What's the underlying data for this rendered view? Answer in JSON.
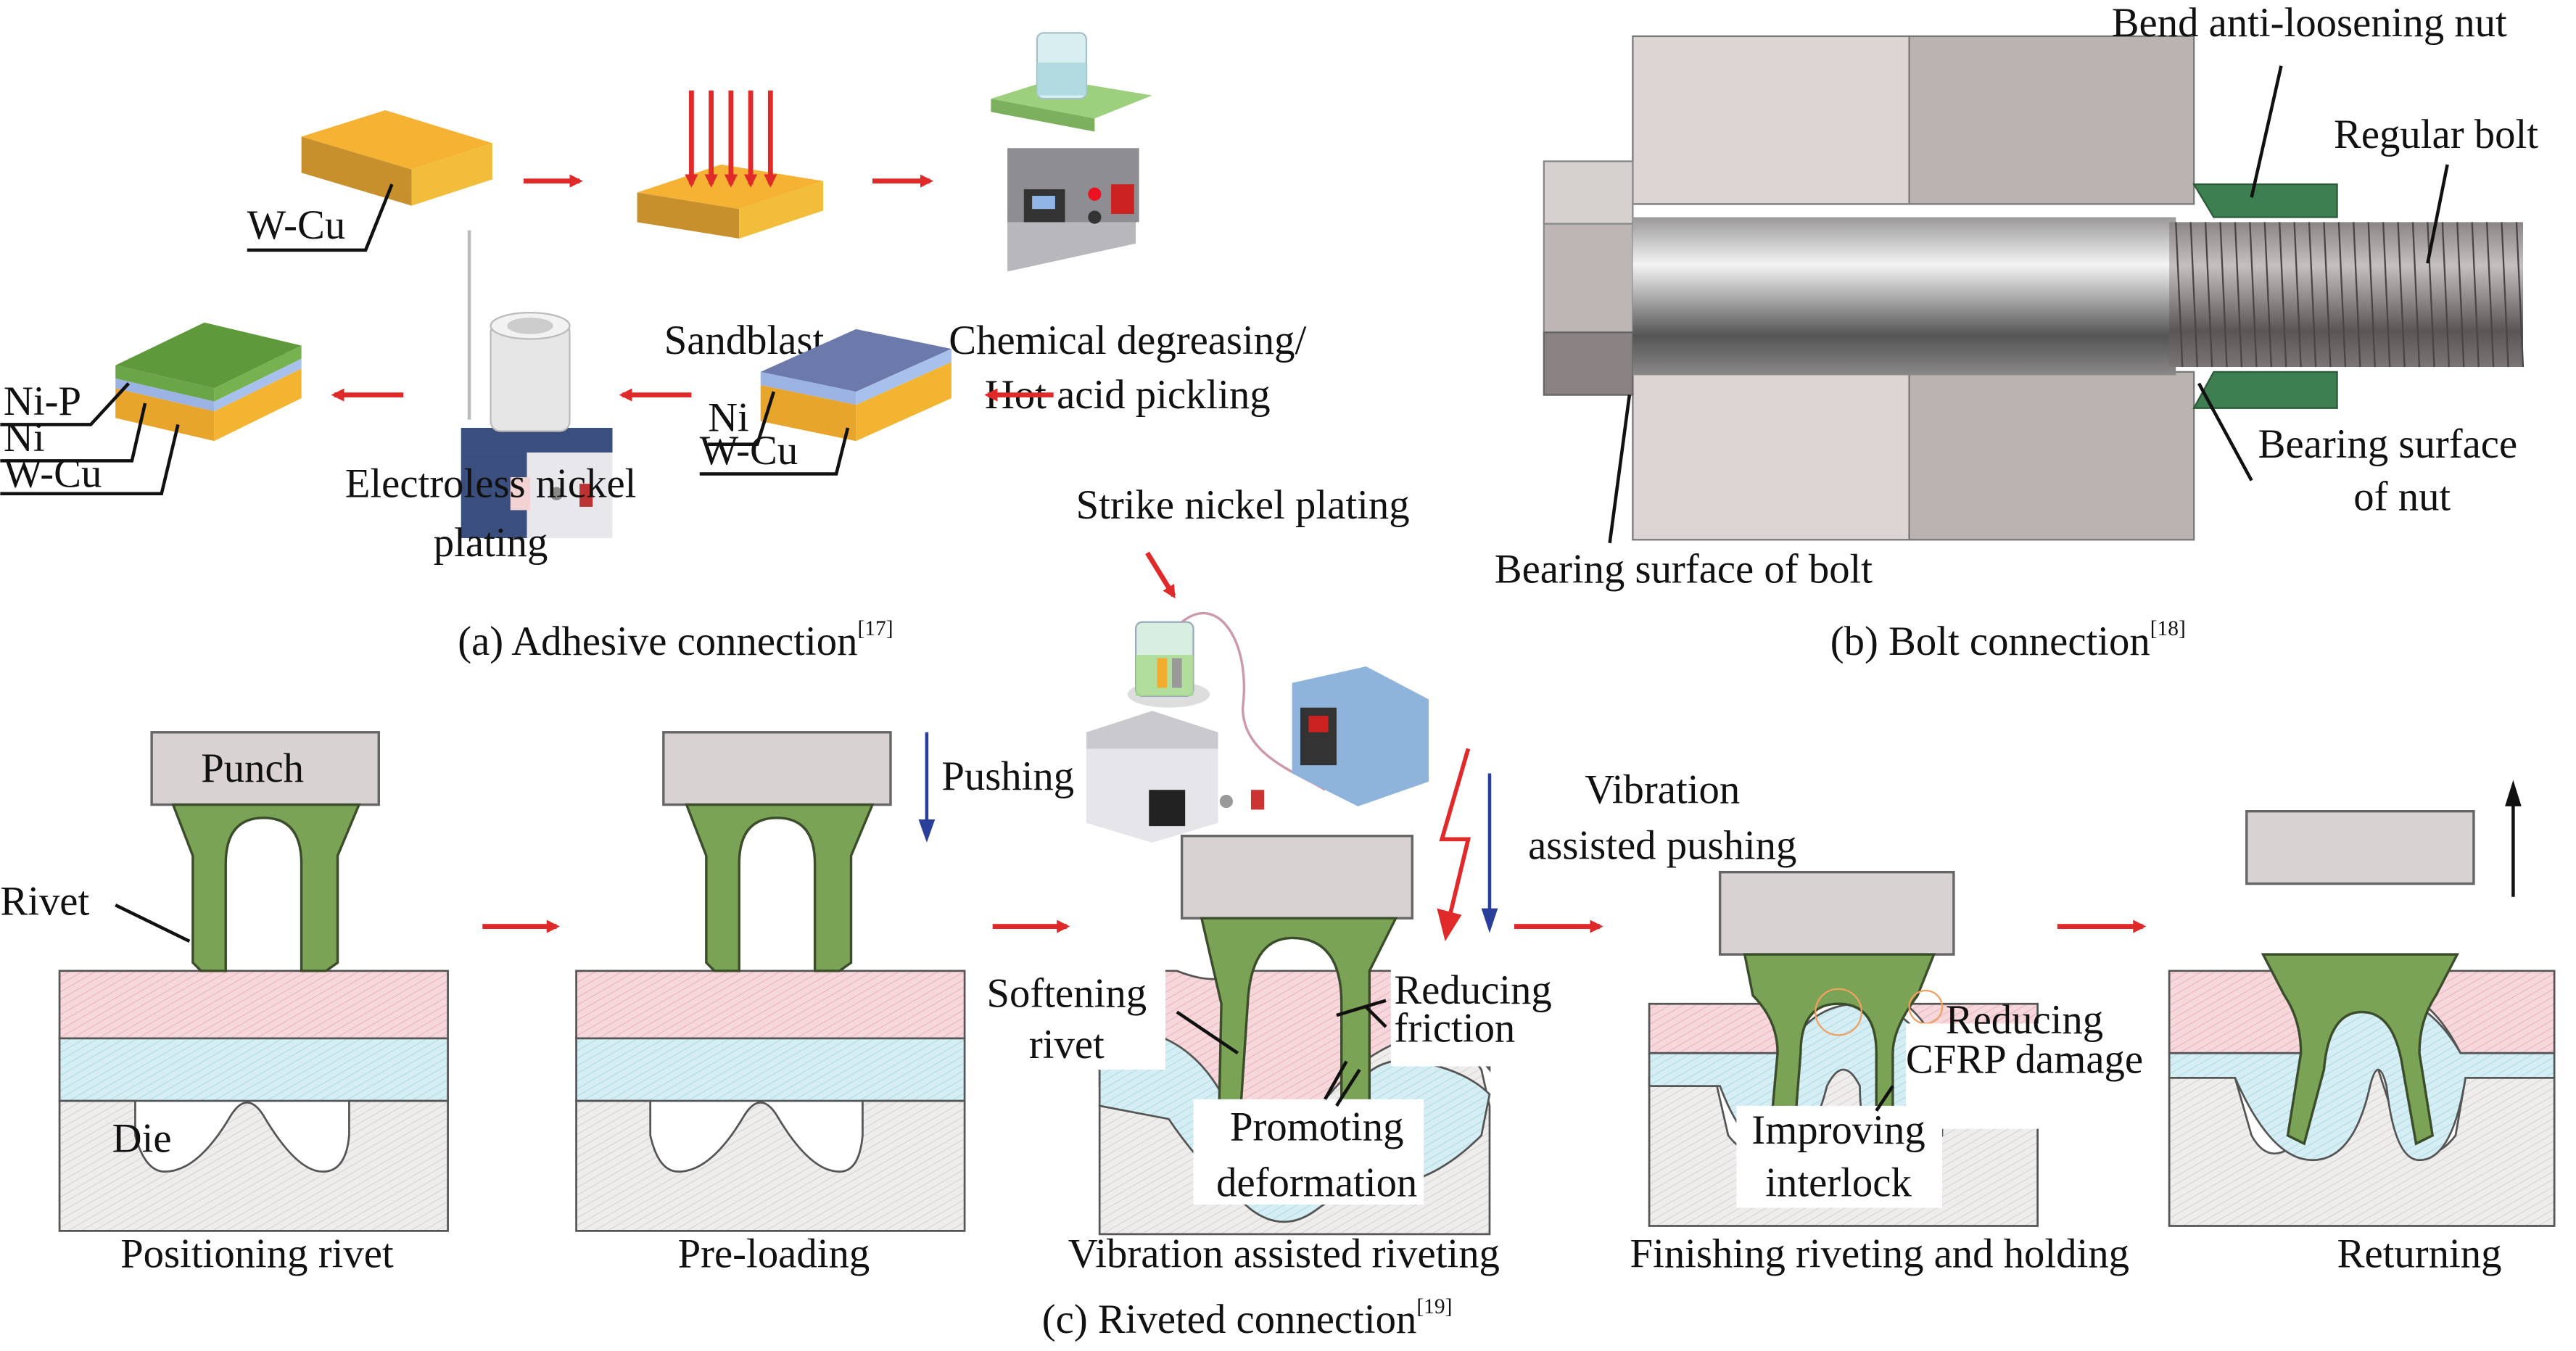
{
  "figure": {
    "panel_a": {
      "caption": "(a) Adhesive connection",
      "caption_ref": "[17]",
      "steps": [
        {
          "label": "W-Cu",
          "kind": "material-label"
        },
        {
          "label": "Sandblast"
        },
        {
          "label_line1": "Chemical degreasing/",
          "label_line2": "Hot acid pickling"
        },
        {
          "label": "Strike nickel plating"
        },
        {
          "labels": [
            "Ni",
            "W-Cu"
          ],
          "kind": "material-label"
        },
        {
          "label_line1": "Electroless nickel",
          "label_line2": "plating"
        },
        {
          "labels": [
            "Ni-P",
            "Ni",
            "W-Cu"
          ],
          "kind": "material-label"
        }
      ]
    },
    "panel_b": {
      "caption": "(b) Bolt connection",
      "caption_ref": "[18]",
      "labels": {
        "nut": "Bend anti-loosening nut",
        "bolt": "Regular bolt",
        "nut_bearing_line1": "Bearing surface",
        "nut_bearing_line2": "of nut",
        "bolt_bearing": "Bearing surface of bolt"
      }
    },
    "panel_c": {
      "caption": "(c) Riveted connection",
      "caption_ref": "[19]",
      "stages": [
        {
          "title": "Positioning rivet",
          "labels": {
            "punch": "Punch",
            "rivet": "Rivet",
            "die": "Die"
          }
        },
        {
          "title": "Pre-loading",
          "labels": {
            "action": "Pushing"
          }
        },
        {
          "title": "Vibration assisted riveting",
          "labels": {
            "action_line1": "Vibration",
            "action_line2": "assisted pushing",
            "soft_line1": "Softening",
            "soft_line2": "rivet",
            "fric_line1": "Reducing",
            "fric_line2": "friction",
            "def_line1": "Promoting",
            "def_line2": "deformation"
          }
        },
        {
          "title": "Finishing riveting and holding",
          "labels": {
            "cfrp_line1": "Reducing",
            "cfrp_line2": "CFRP damage",
            "inter_line1": "Improving",
            "inter_line2": "interlock"
          }
        },
        {
          "title": "Returning"
        }
      ]
    },
    "colors": {
      "arrow": "#e02a2a",
      "push_arrow": "#2a3f9a",
      "wcu": "#f2ac2e",
      "ni": "#8fa3d6",
      "nip": "#5e9a3c",
      "rivet": "#7aa356",
      "nut": "#3e7f52"
    }
  }
}
